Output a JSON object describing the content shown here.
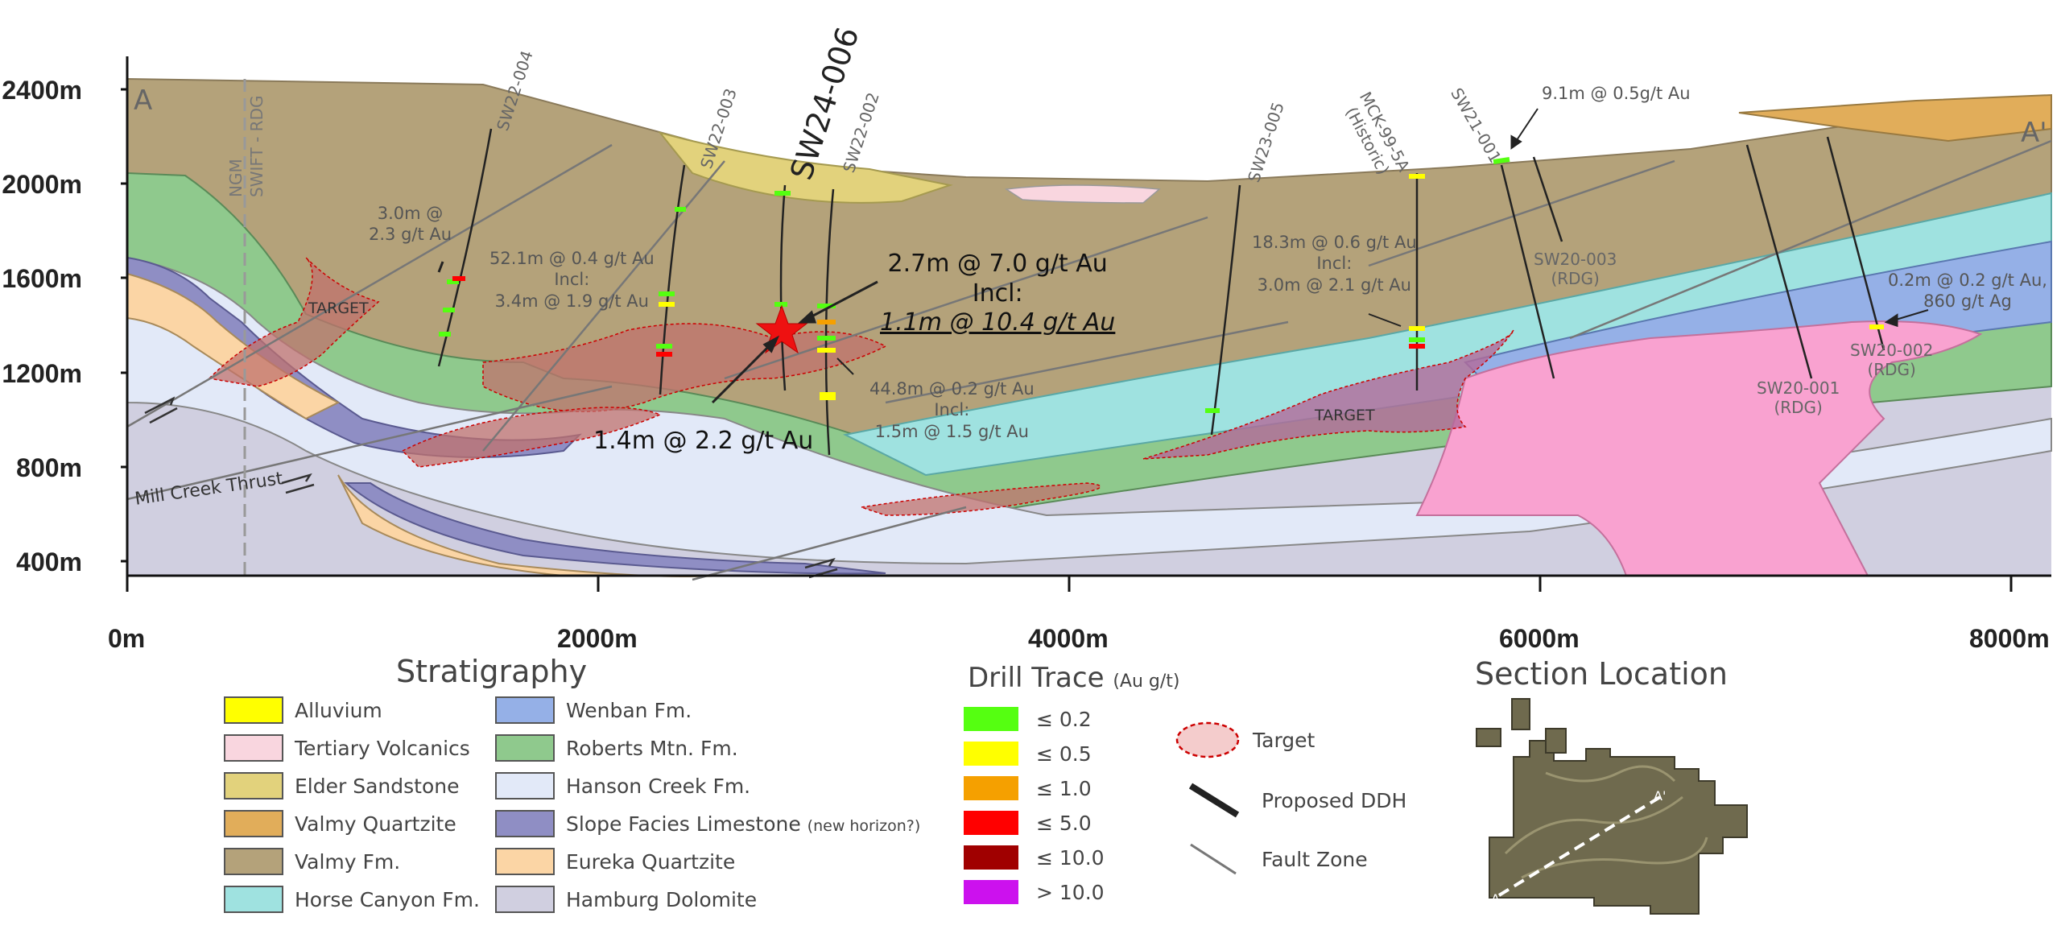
{
  "section": {
    "corner_left": "A",
    "corner_right": "A'",
    "fault_label": "Mill Creek Thrust",
    "boundary_label": "NGM\nSWIFT - RDG",
    "targets": [
      "TARGET",
      "TARGET"
    ],
    "elevation_axis": [
      "2400m",
      "2000m",
      "1600m",
      "1200m",
      "800m",
      "400m"
    ],
    "distance_axis": [
      "0m",
      "2000m",
      "4000m",
      "6000m",
      "8000m"
    ]
  },
  "drill_holes": [
    {
      "id": "SW22-004"
    },
    {
      "id": "SW22-003"
    },
    {
      "id": "SW24-006"
    },
    {
      "id": "SW22-002"
    },
    {
      "id": "SW23-005"
    },
    {
      "id": "MCK-99-5A\n(Historic)"
    },
    {
      "id": "SW21-001"
    },
    {
      "id": "SW20-003\n(RDG)"
    },
    {
      "id": "SW20-001\n(RDG)"
    },
    {
      "id": "SW20-002\n(RDG)"
    }
  ],
  "annotations": [
    "3.0m @\n2.3 g/t Au",
    "52.1m @ 0.4 g/t Au\nIncl:\n3.4m @ 1.9 g/t Au",
    "44.8m @ 0.2 g/t Au\nIncl:\n1.5m @ 1.5 g/t Au",
    "18.3m @ 0.6 g/t Au\nIncl:\n3.0m @ 2.1 g/t Au",
    "9.1m @ 0.5g/t Au",
    "0.2m @ 0.2 g/t Au,\n860 g/t Ag"
  ],
  "highlights": {
    "upper_line1": "2.7m @ 7.0 g/t Au",
    "upper_line2": "Incl:",
    "upper_line3": "1.1m @ 10.4 g/t Au",
    "lower": "1.4m @ 2.2 g/t Au"
  },
  "legend": {
    "stratigraphy_title": "Stratigraphy",
    "units": [
      {
        "label": "Alluvium",
        "color": "#ffff00"
      },
      {
        "label": "Tertiary Volcanics",
        "color": "#f9d6df"
      },
      {
        "label": "Elder Sandstone",
        "color": "#e2d27c"
      },
      {
        "label": "Valmy Quartzite",
        "color": "#e1ad5a"
      },
      {
        "label": "Valmy Fm.",
        "color": "#b4a27a"
      },
      {
        "label": "Horse Canyon Fm.",
        "color": "#9fe2e0"
      },
      {
        "label": "Wenban Fm.",
        "color": "#95b0e7"
      },
      {
        "label": "Roberts Mtn. Fm.",
        "color": "#8fc98d"
      },
      {
        "label": "Hanson Creek Fm.",
        "color": "#e2e9f8"
      },
      {
        "label": "Slope Facies Limestone",
        "note": "(new horizon?)",
        "color": "#8f8ec4"
      },
      {
        "label": "Eureka Quartzite",
        "color": "#fbd5a5"
      },
      {
        "label": "Hamburg Dolomite",
        "color": "#d0cfe0"
      }
    ],
    "drill_title": "Drill Trace",
    "drill_unit": "(Au g/t)",
    "grades": [
      {
        "label": "≤ 0.2",
        "color": "#55ff11"
      },
      {
        "label": "≤ 0.5",
        "color": "#ffff00"
      },
      {
        "label": "≤ 1.0",
        "color": "#f5a000"
      },
      {
        "label": "≤ 5.0",
        "color": "#ff0000"
      },
      {
        "label": "≤ 10.0",
        "color": "#a00000"
      },
      {
        "label": "> 10.0",
        "color": "#cc11ee"
      }
    ],
    "symbols": {
      "target": "Target",
      "proposed": "Proposed DDH",
      "fault": "Fault Zone"
    },
    "location_title": "Section Location",
    "location_labels": [
      "A",
      "A'"
    ]
  }
}
